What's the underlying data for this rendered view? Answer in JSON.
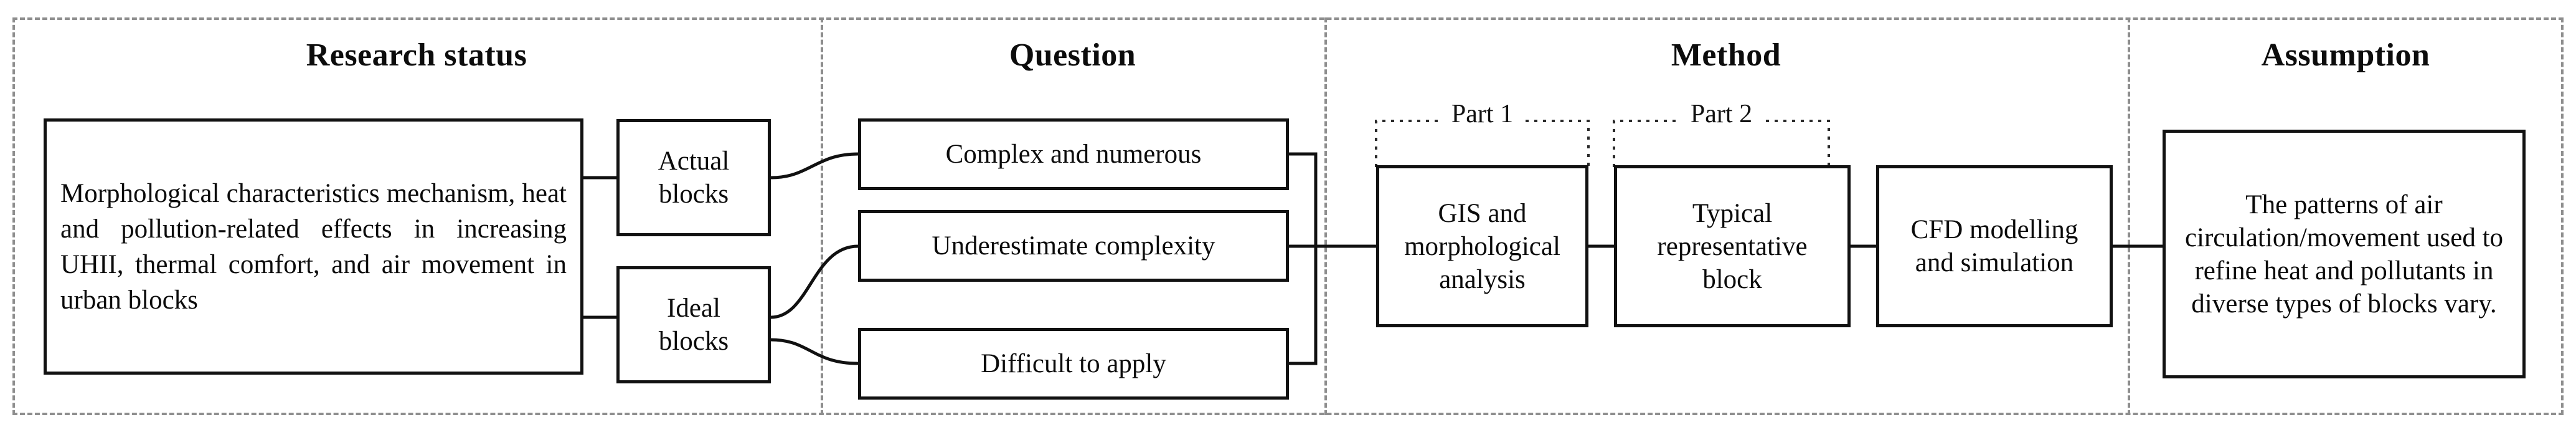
{
  "diagram": {
    "panels": [
      {
        "id": "research-status",
        "title": "Research status"
      },
      {
        "id": "question",
        "title": "Question"
      },
      {
        "id": "method",
        "title": "Method"
      },
      {
        "id": "assumption",
        "title": "Assumption"
      }
    ],
    "nodes": {
      "research_summary": "Morphological characteristics mechanism, heat and pollution-related effects in increasing UHII, thermal comfort, and air movement in urban blocks",
      "actual_blocks": "Actual blocks",
      "ideal_blocks": "Ideal blocks",
      "complex_and_numerous": "Complex and numerous",
      "underestimate_complexity": "Underestimate complexity",
      "difficult_to_apply": "Difficult to apply",
      "gis_analysis": "GIS and morphological analysis",
      "typical_block": "Typical representative block",
      "cfd_modelling": "CFD modelling and simulation",
      "assumption_text": "The patterns of air circulation/movement used to refine heat and pollutants in diverse types of blocks vary."
    },
    "brackets": [
      {
        "id": "part-1",
        "label": "Part 1"
      },
      {
        "id": "part-2",
        "label": "Part 2"
      }
    ],
    "colors": {
      "box_border": "#111111",
      "panel_border": "#8e8e8e",
      "text": "#0b0b0b",
      "background": "#ffffff"
    }
  }
}
